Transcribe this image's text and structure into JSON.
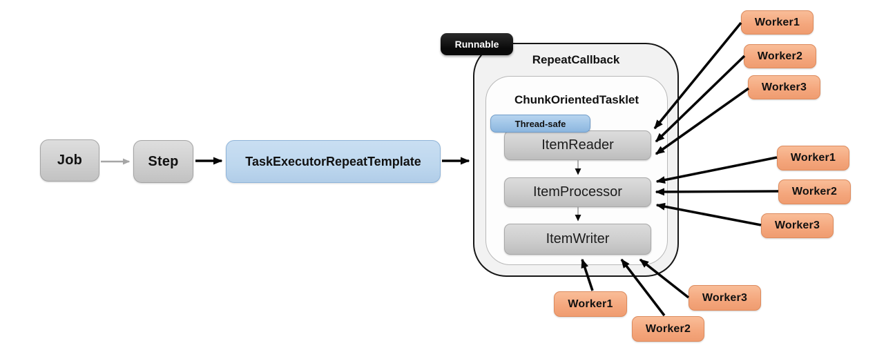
{
  "flow": {
    "job": "Job",
    "step": "Step",
    "task_executor": "TaskExecutorRepeatTemplate"
  },
  "container": {
    "runnable_badge": "Runnable",
    "repeat_callback": "RepeatCallback",
    "chunk_oriented_tasklet": "ChunkOrientedTasklet",
    "thread_safe_badge": "Thread-safe",
    "item_reader": "ItemReader",
    "item_processor": "ItemProcessor",
    "item_writer": "ItemWriter"
  },
  "workers": {
    "reader": [
      "Worker1",
      "Worker2",
      "Worker3"
    ],
    "processor": [
      "Worker1",
      "Worker2",
      "Worker3"
    ],
    "writer": [
      "Worker1",
      "Worker2",
      "Worker3"
    ]
  },
  "edges": [
    {
      "from": "Job",
      "to": "Step"
    },
    {
      "from": "Step",
      "to": "TaskExecutorRepeatTemplate"
    },
    {
      "from": "TaskExecutorRepeatTemplate",
      "to": "RepeatCallback"
    },
    {
      "from": "ItemReader",
      "to": "ItemProcessor"
    },
    {
      "from": "ItemProcessor",
      "to": "ItemWriter"
    },
    {
      "from": "Worker1",
      "to": "ItemReader"
    },
    {
      "from": "Worker2",
      "to": "ItemReader"
    },
    {
      "from": "Worker3",
      "to": "ItemReader"
    },
    {
      "from": "Worker1",
      "to": "ItemProcessor"
    },
    {
      "from": "Worker2",
      "to": "ItemProcessor"
    },
    {
      "from": "Worker3",
      "to": "ItemProcessor"
    },
    {
      "from": "Worker1",
      "to": "ItemWriter"
    },
    {
      "from": "Worker2",
      "to": "ItemWriter"
    },
    {
      "from": "Worker3",
      "to": "ItemWriter"
    }
  ],
  "colors": {
    "gray_box": "#cfcfcf",
    "blue_box": "#bdd7ee",
    "thread_safe_badge": "#9dc3e6",
    "worker_box": "#f4a67c",
    "runnable_badge": "#111111",
    "outer_container_fill": "#f2f2f2",
    "arrow": "#000000",
    "muted_arrow": "#a6a6a6"
  }
}
